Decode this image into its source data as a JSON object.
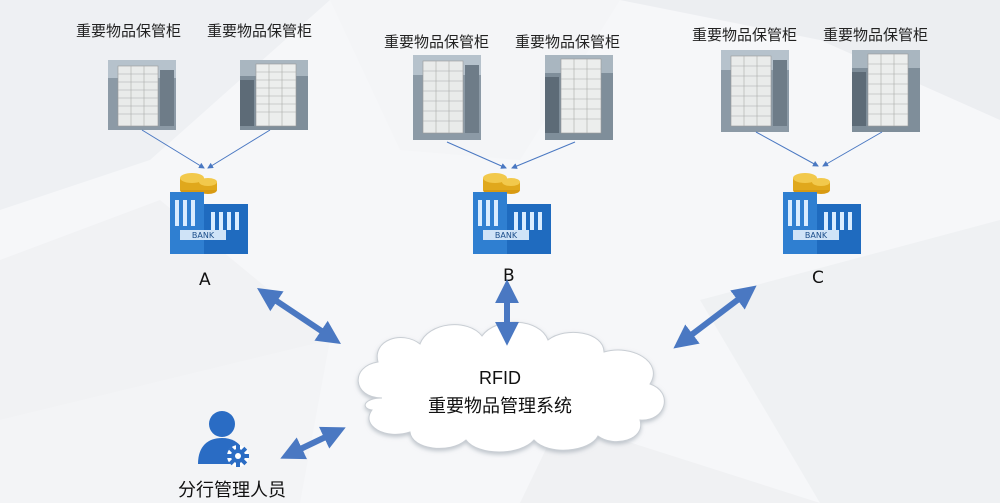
{
  "cabinet_label": "重要物品保管柜",
  "branches": [
    {
      "letter": "A",
      "cabinet_labels": [
        "重要物品保管柜",
        "重要物品保管柜"
      ],
      "bank_sign": "BANK"
    },
    {
      "letter": "B",
      "cabinet_labels": [
        "重要物品保管柜",
        "重要物品保管柜"
      ],
      "bank_sign": "BANK"
    },
    {
      "letter": "C",
      "cabinet_labels": [
        "重要物品保管柜",
        "重要物品保管柜"
      ],
      "bank_sign": "BANK"
    }
  ],
  "system": {
    "line1": "RFID",
    "line2": "重要物品管理系统"
  },
  "admin": {
    "label": "分行管理人员",
    "icon": "user-gear-icon"
  },
  "colors": {
    "arrow": "#4a78c2",
    "bank_blue": "#2f7fd1",
    "coin_gold": "#e0a81c",
    "admin_blue": "#2a6cc4"
  }
}
